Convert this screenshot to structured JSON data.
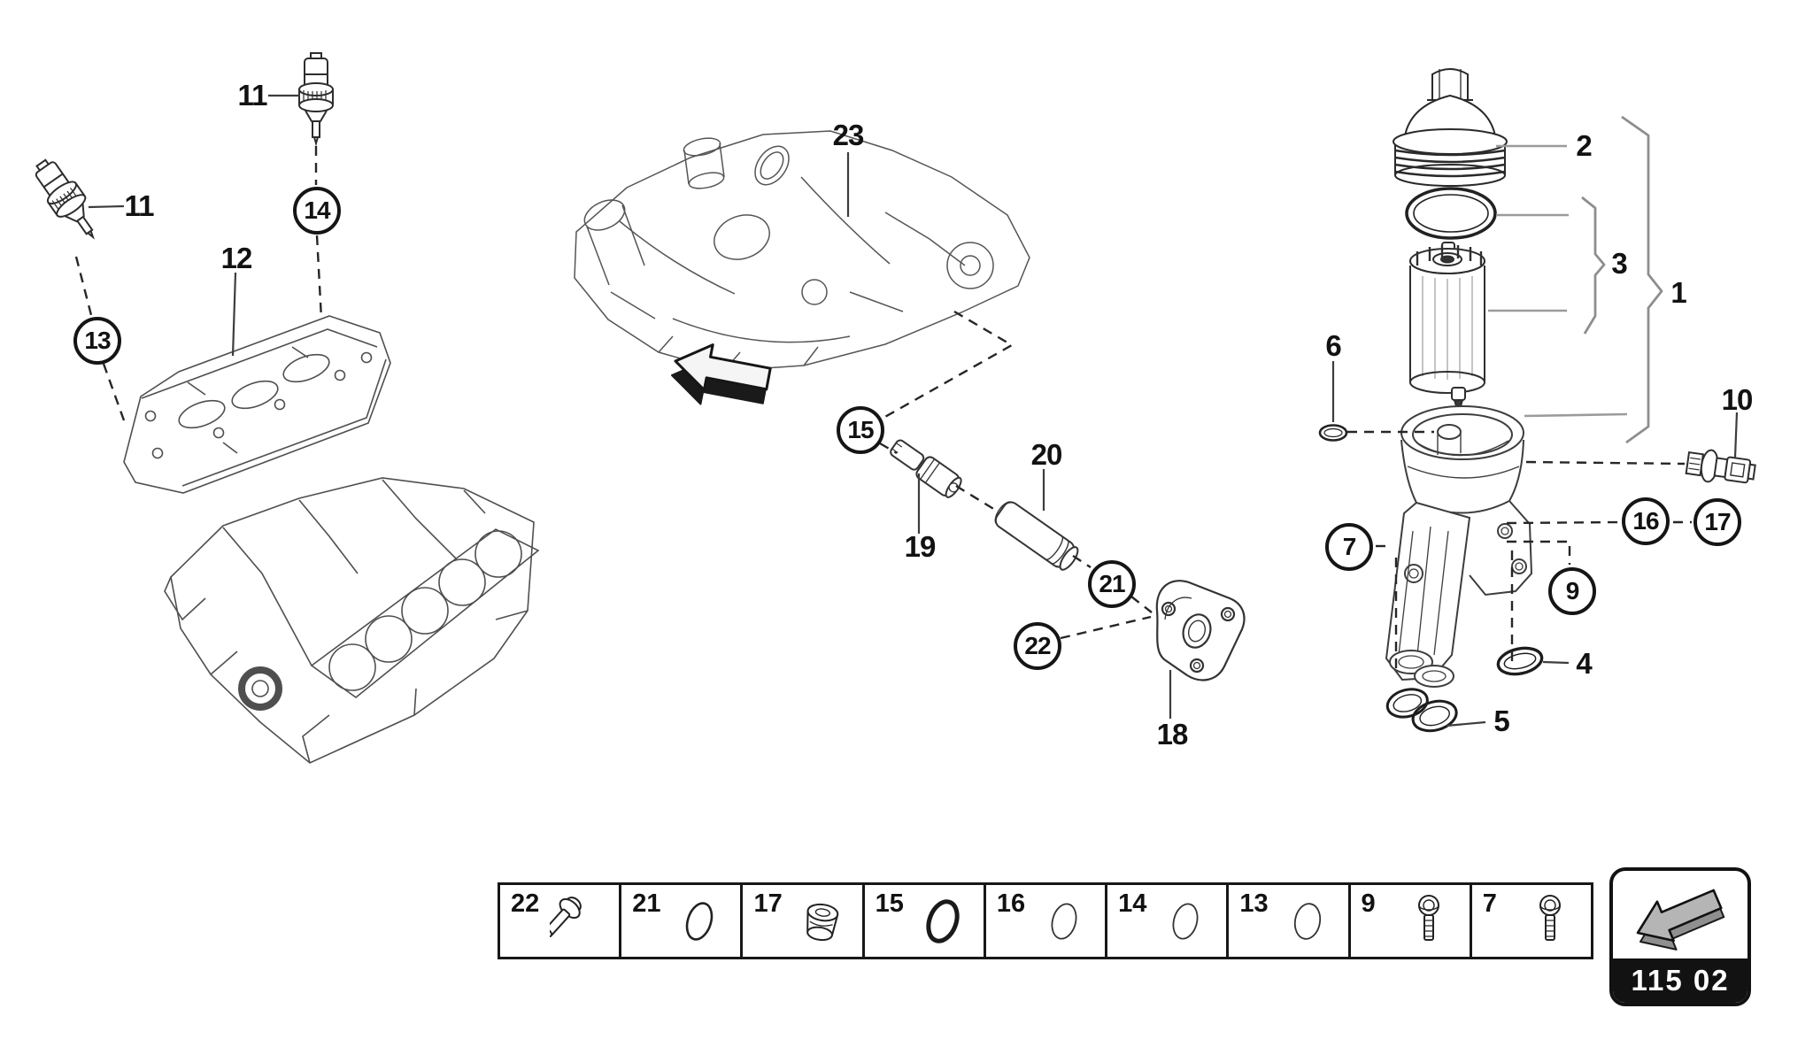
{
  "diagram": {
    "title_code": "115 02",
    "plain_labels": [
      {
        "id": "11-left",
        "text": "11"
      },
      {
        "id": "11-top",
        "text": "11"
      },
      {
        "id": "12",
        "text": "12"
      },
      {
        "id": "23",
        "text": "23"
      },
      {
        "id": "19",
        "text": "19"
      },
      {
        "id": "20",
        "text": "20"
      },
      {
        "id": "18",
        "text": "18"
      },
      {
        "id": "2",
        "text": "2"
      },
      {
        "id": "3",
        "text": "3"
      },
      {
        "id": "1",
        "text": "1"
      },
      {
        "id": "6",
        "text": "6"
      },
      {
        "id": "10",
        "text": "10"
      },
      {
        "id": "4",
        "text": "4"
      },
      {
        "id": "5",
        "text": "5"
      }
    ],
    "circled_labels": [
      {
        "id": "13",
        "text": "13"
      },
      {
        "id": "14",
        "text": "14"
      },
      {
        "id": "15",
        "text": "15"
      },
      {
        "id": "21",
        "text": "21"
      },
      {
        "id": "22",
        "text": "22"
      },
      {
        "id": "7",
        "text": "7"
      },
      {
        "id": "9",
        "text": "9"
      },
      {
        "id": "16",
        "text": "16"
      },
      {
        "id": "17",
        "text": "17"
      }
    ],
    "legend": {
      "cells": [
        {
          "num": "22",
          "icon": "flange-bolt"
        },
        {
          "num": "21",
          "icon": "o-ring"
        },
        {
          "num": "17",
          "icon": "screw-plug"
        },
        {
          "num": "15",
          "icon": "o-ring-thick"
        },
        {
          "num": "16",
          "icon": "o-ring-thin"
        },
        {
          "num": "14",
          "icon": "o-ring-thin"
        },
        {
          "num": "13",
          "icon": "o-ring-thin"
        },
        {
          "num": "9",
          "icon": "socket-bolt"
        },
        {
          "num": "7",
          "icon": "socket-bolt"
        }
      ]
    },
    "badge_code": "115 02"
  }
}
